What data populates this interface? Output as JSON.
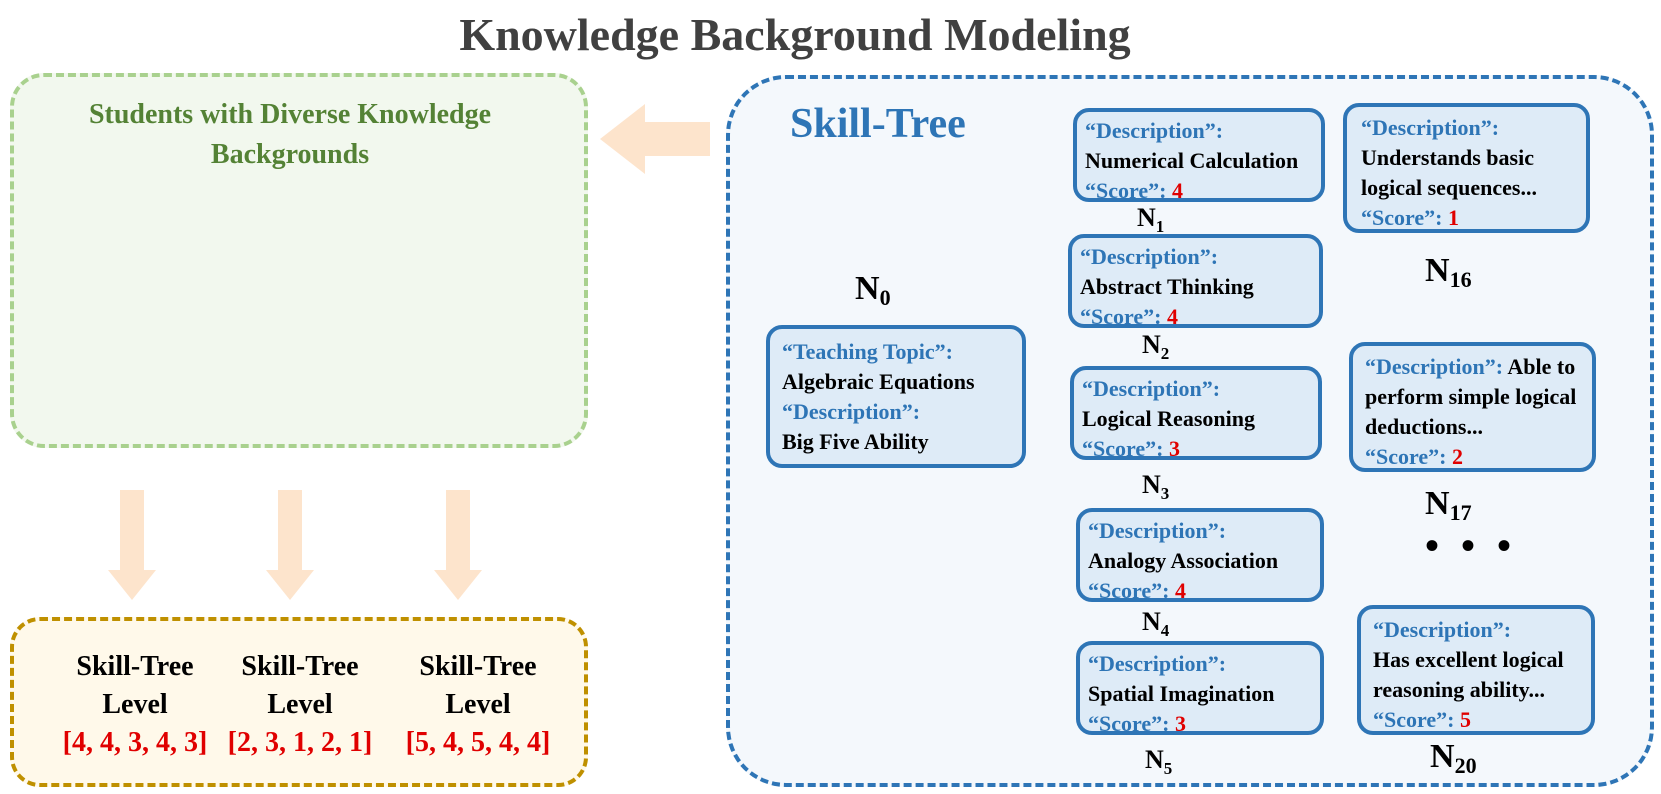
{
  "title": "Knowledge Background Modeling",
  "students": {
    "title_line1": "Students with Diverse Knowledge",
    "title_line2": "Backgrounds"
  },
  "levels": [
    {
      "line1": "Skill-Tree",
      "line2": "Level",
      "values": "[4, 4, 3, 4, 3]"
    },
    {
      "line1": "Skill-Tree",
      "line2": "Level",
      "values": "[2, 3, 1, 2, 1]"
    },
    {
      "line1": "Skill-Tree",
      "line2": "Level",
      "values": "[5, 4, 5, 4, 4]"
    }
  ],
  "skill_tree": {
    "title": "Skill-Tree",
    "root": {
      "topic_key": "“Teaching Topic”:",
      "topic_value": "Algebraic Equations",
      "desc_key": "“Description”:",
      "desc_value": "Big Five Ability",
      "label": "N",
      "label_sub": "0"
    },
    "children": [
      {
        "desc_key": "“Description”:",
        "desc_value": "Numerical Calculation",
        "score_key": "“Score”:",
        "score": "4",
        "label": "N",
        "label_sub": "1"
      },
      {
        "desc_key": "“Description”:",
        "desc_value": "Abstract Thinking",
        "score_key": "“Score”:",
        "score": "4",
        "label": "N",
        "label_sub": "2"
      },
      {
        "desc_key": "“Description”:",
        "desc_value": "Logical Reasoning",
        "score_key": "“Score”:",
        "score": "3",
        "label": "N",
        "label_sub": "3"
      },
      {
        "desc_key": "“Description”:",
        "desc_value": "Analogy Association",
        "score_key": "“Score”:",
        "score": "4",
        "label": "N",
        "label_sub": "4"
      },
      {
        "desc_key": "“Description”:",
        "desc_value": "Spatial Imagination",
        "score_key": "“Score”:",
        "score": "3",
        "label": "N",
        "label_sub": "5"
      }
    ],
    "leaves": [
      {
        "desc_key": "“Description”:",
        "desc_value": "Understands basic logical sequences...",
        "score_key": "“Score”:",
        "score": "1",
        "label": "N",
        "label_sub": "16"
      },
      {
        "desc_key": "“Description”:",
        "desc_value": "Able to perform simple logical deductions...",
        "score_key": "“Score”:",
        "score": "2",
        "label": "N",
        "label_sub": "17"
      },
      {
        "desc_key": "“Description”:",
        "desc_value": "Has excellent logical reasoning ability...",
        "score_key": "“Score”:",
        "score": "5",
        "label": "N",
        "label_sub": "20"
      }
    ],
    "ellipsis": "• • •"
  },
  "colors": {
    "skill_blue": "#2e75b6",
    "student_green": "#548235",
    "level_gold": "#bf9000",
    "score_red": "#e00000",
    "arrow_peach": "#fde4cc"
  }
}
